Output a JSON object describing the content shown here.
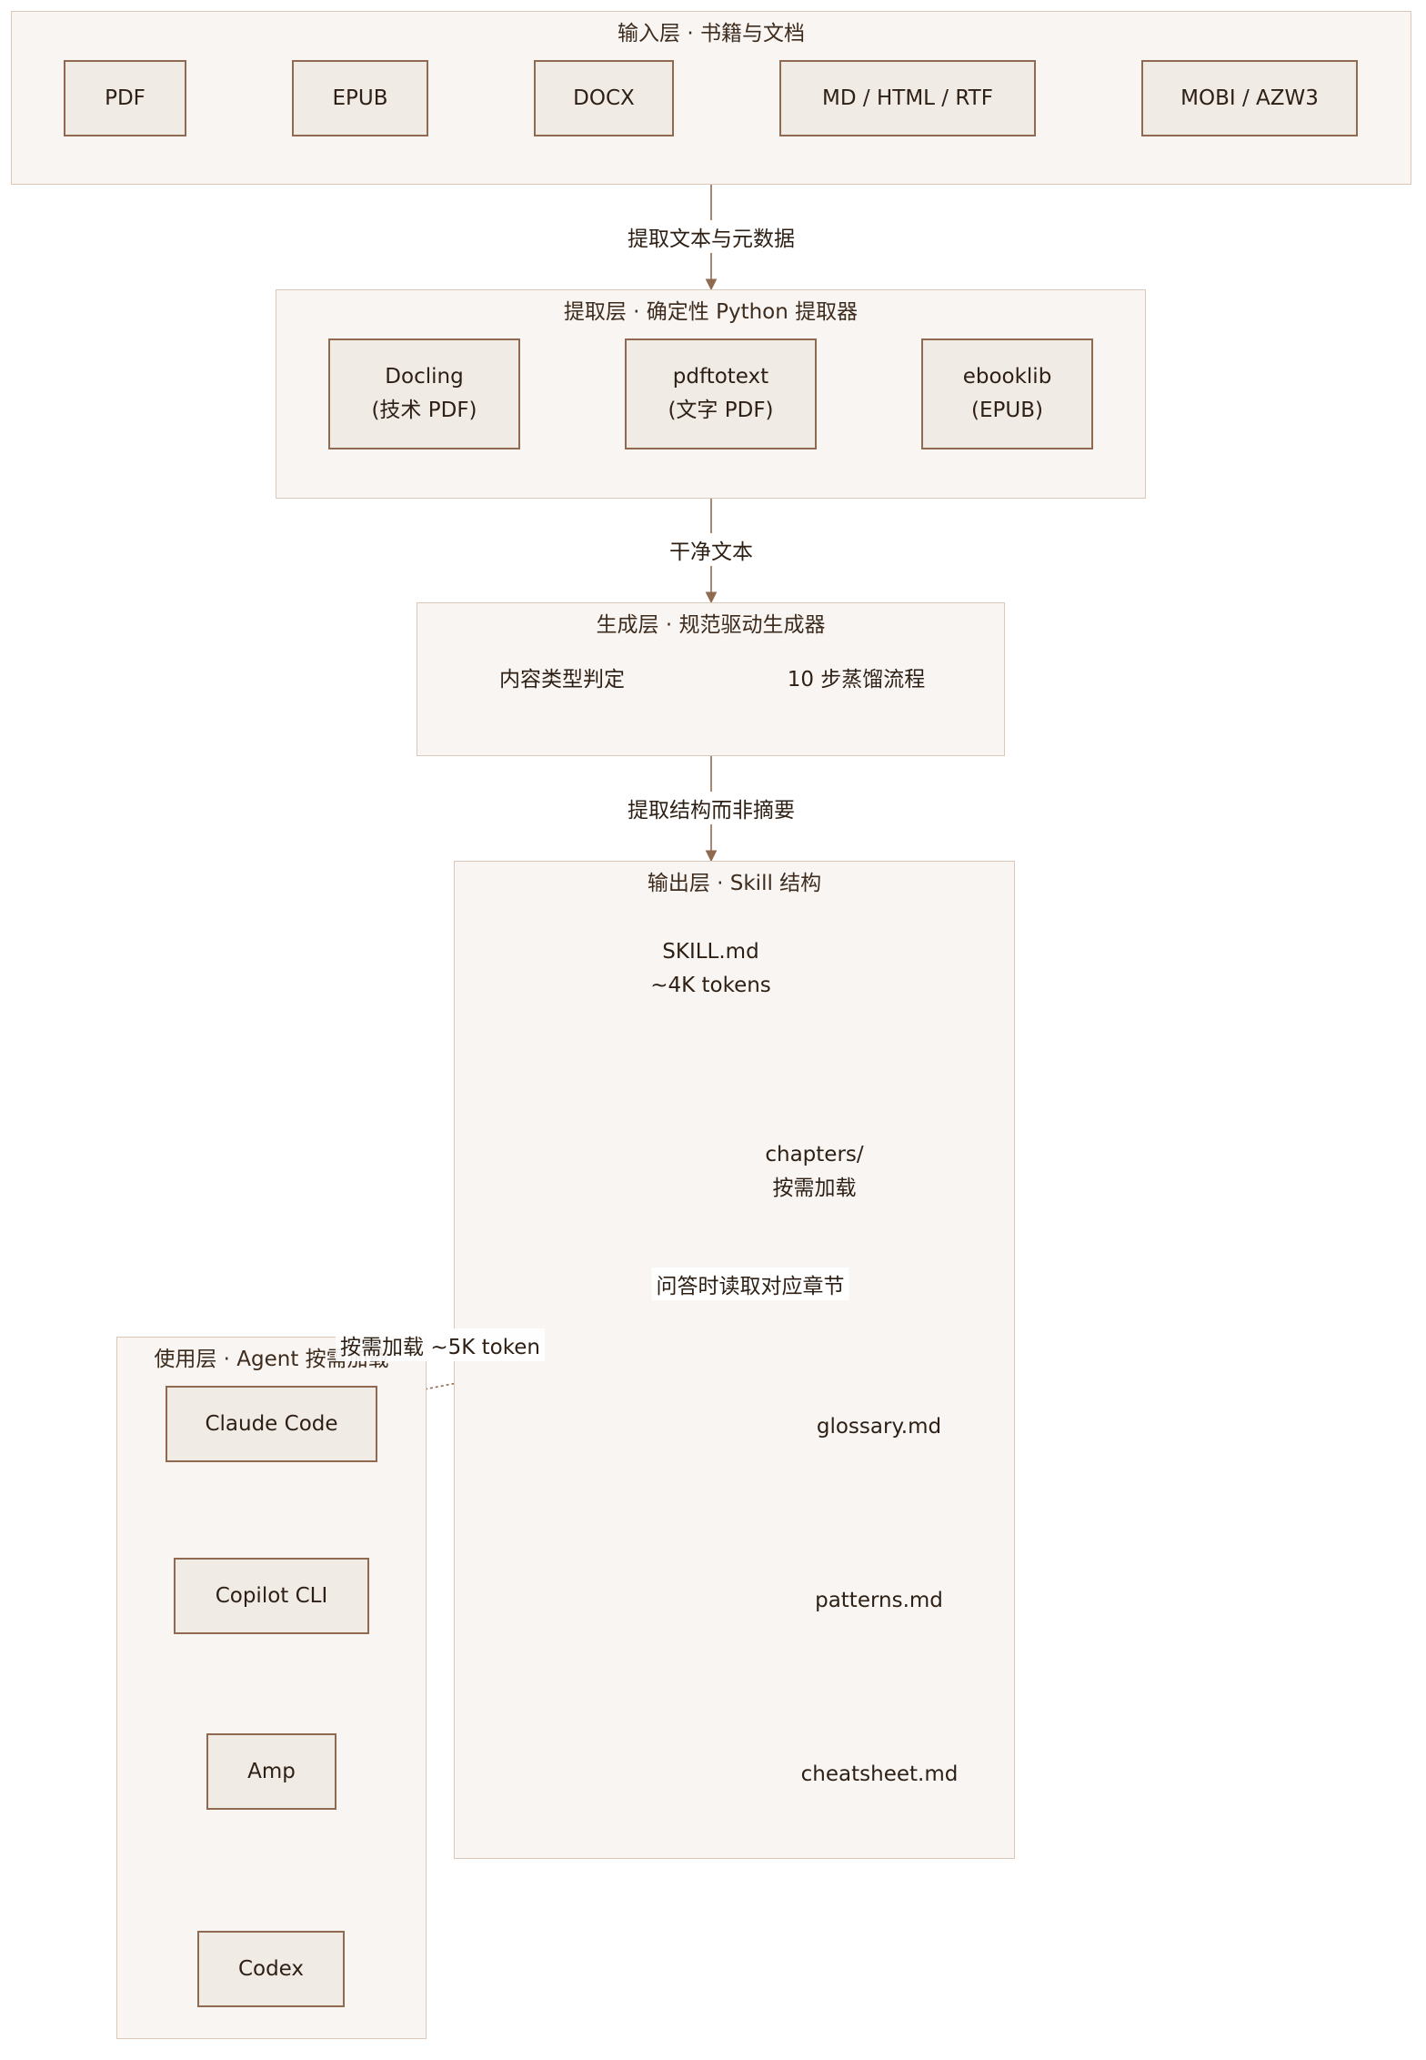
{
  "diagram": {
    "layers": {
      "input": {
        "title": "输入层 · 书籍与文档",
        "nodes": [
          "PDF",
          "EPUB",
          "DOCX",
          "MD / HTML / RTF",
          "MOBI / AZW3"
        ]
      },
      "extract": {
        "title": "提取层 · 确定性 Python 提取器",
        "nodes": [
          "Docling\n(技术 PDF)",
          "pdftotext\n(文字 PDF)",
          "ebooklib\n(EPUB)"
        ]
      },
      "generate": {
        "title": "生成层 · 规范驱动生成器",
        "nodes": [
          "内容类型判定",
          "10 步蒸馏流程"
        ]
      },
      "output": {
        "title": "输出层 · Skill 结构",
        "nodes": [
          "SKILL.md\n~4K tokens",
          "chapters/\n按需加载",
          "glossary.md",
          "patterns.md",
          "cheatsheet.md"
        ]
      },
      "usage": {
        "title": "使用层 · Agent 按需加载",
        "nodes": [
          "Claude Code",
          "Copilot CLI",
          "Amp",
          "Codex"
        ]
      }
    },
    "edge_labels": {
      "input_to_extract": "提取文本与元数据",
      "extract_to_generate": "干净文本",
      "generate_to_output": "提取结构而非摘要",
      "chapters_to_agent": "问答时读取对应章节",
      "load_budget": "按需加载 ~5K token"
    },
    "colors": {
      "layer_fill": "#f9f5f2",
      "layer_border": "#dcc8b8",
      "node_fill": "#f1ebe6",
      "node_border": "#8f6a50",
      "edge": "#8f6a50"
    }
  }
}
